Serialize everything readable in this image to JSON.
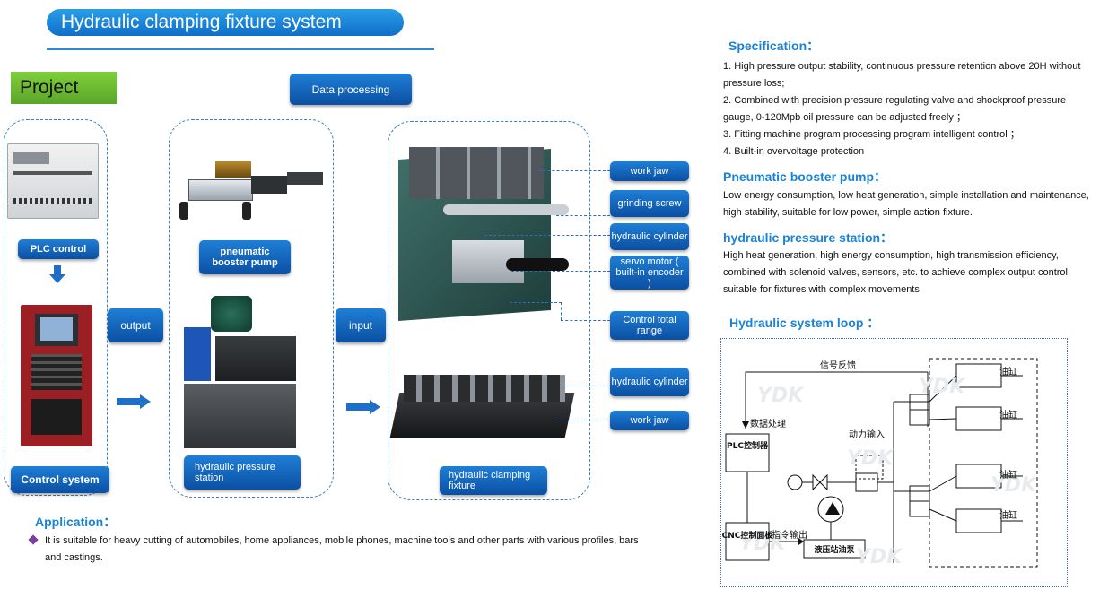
{
  "title": "Hydraulic clamping fixture system",
  "project_label": "Project",
  "data_processing": "Data processing",
  "left_column": {
    "plc_control": "PLC control",
    "control_system": "Control system"
  },
  "output_label": "output",
  "input_label": "input",
  "middle_column": {
    "pneumatic_booster_pump": "pneumatic booster pump",
    "hydraulic_pressure_station": "hydraulic pressure station"
  },
  "right_column": {
    "callouts_top": [
      "work jaw",
      "grinding screw",
      "hydraulic cylinder",
      "servo motor ( built-in encoder )",
      "Control total range"
    ],
    "callouts_bottom": [
      "hydraulic cylinder",
      "work jaw"
    ],
    "fixture_label": "hydraulic clamping fixture"
  },
  "specification": {
    "heading": "Specification：",
    "items": [
      "1. High pressure output stability, continuous pressure retention above 20H without pressure loss;",
      "2. Combined with precision pressure regulating valve and shockproof pressure gauge, 0-120Mpb oil pressure can be adjusted freely ；",
      "3. Fitting machine program processing program intelligent control ；",
      "4. Built-in overvoltage protection"
    ]
  },
  "pneumatic": {
    "heading": "Pneumatic booster pump：",
    "text": "Low energy consumption, low heat generation, simple installation and maintenance, high stability, suitable for low power, simple action fixture."
  },
  "hydraulic_station": {
    "heading": "hydraulic pressure station：",
    "text": "High heat generation, high energy consumption, high transmission efficiency, combined with solenoid valves, sensors, etc. to achieve complex output control, suitable for fixtures with complex movements"
  },
  "loop": {
    "heading": "Hydraulic system loop ：",
    "signal_feedback": "信号反馈",
    "data_processing": "数据处理",
    "plc_controller": "PLC控制器",
    "power_input": "动力输入",
    "cnc_panel": "CNC控制面板",
    "command_output": "指令输出",
    "pump_station": "液压站油泵",
    "cylinder": "油缸",
    "watermark": "YDK"
  },
  "application": {
    "heading": "Application：",
    "text": "It is suitable for heavy cutting of automobiles, home appliances, mobile phones, machine tools and other parts with various profiles, bars and castings."
  },
  "colors": {
    "accent_blue": "#1a83d6",
    "button_blue": "#0b4fa2",
    "project_green": "#6bbb2f"
  }
}
